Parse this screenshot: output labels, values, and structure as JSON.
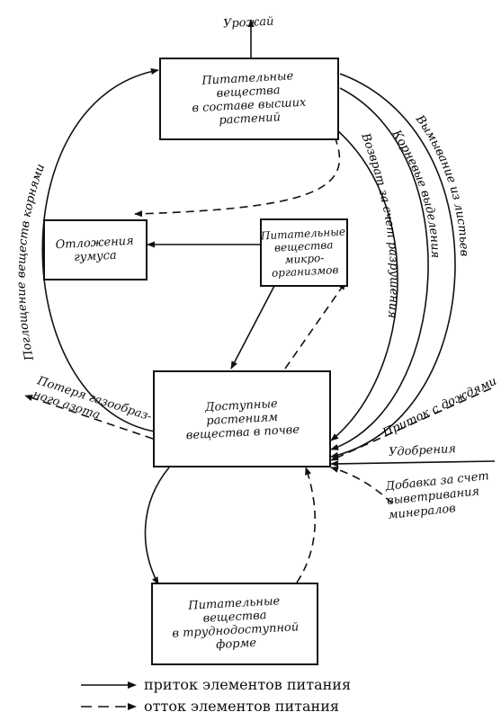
{
  "boxes": {
    "plants": "Питательные\nвещества\nв составе высших\nрастений",
    "humus": "Отложения\nгумуса",
    "microbes": "Питательные\nвещества\nмикро-\nорганизмов",
    "available": "Доступные\nрастениям\nвещества в почве",
    "hard": "Питательные\nвещества\nв труднодоступной\nформе"
  },
  "labels": {
    "harvest": "Урожай",
    "uptake": "Поглощение веществ корнями",
    "leaching": "Вымывание из листьев",
    "root_exudates": "Корневые выделения",
    "return_decay": "Возврат за счет разрушения",
    "nitrogen_loss": "Потеря газообраз-\nного азота",
    "rain_input": "Приток с дождями",
    "fertilizers": "Удобрения",
    "weathering": "Добавка за счет\nвыветривания\nминералов"
  },
  "legend": {
    "inflow": "приток элементов питания",
    "outflow": "отток элементов питания"
  }
}
